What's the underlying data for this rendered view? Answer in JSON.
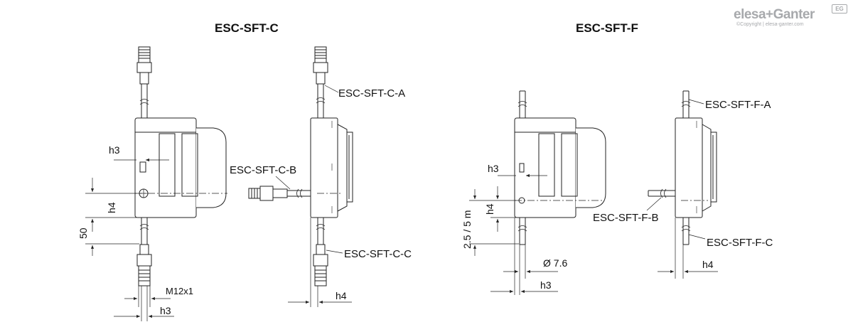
{
  "titles": {
    "left": "ESC-SFT-C",
    "right": "ESC-SFT-F"
  },
  "logo": {
    "brand": "elesa+Ganter",
    "copyright": "©Copyright | elesa-ganter.com",
    "badge": "EG"
  },
  "labels": {
    "c_a": "ESC-SFT-C-A",
    "c_b": "ESC-SFT-C-B",
    "c_c": "ESC-SFT-C-C",
    "f_a": "ESC-SFT-F-A",
    "f_b": "ESC-SFT-F-B",
    "f_c": "ESC-SFT-F-C"
  },
  "dimensions": {
    "h3": "h3",
    "h4": "h4",
    "fifty": "50",
    "m12": "M12x1",
    "cable_length": "2.5 / 5 m",
    "diameter": "Ø 7.6"
  },
  "colors": {
    "line": "#222222",
    "body": "#ffffff",
    "logo": "#a7a9ac"
  }
}
